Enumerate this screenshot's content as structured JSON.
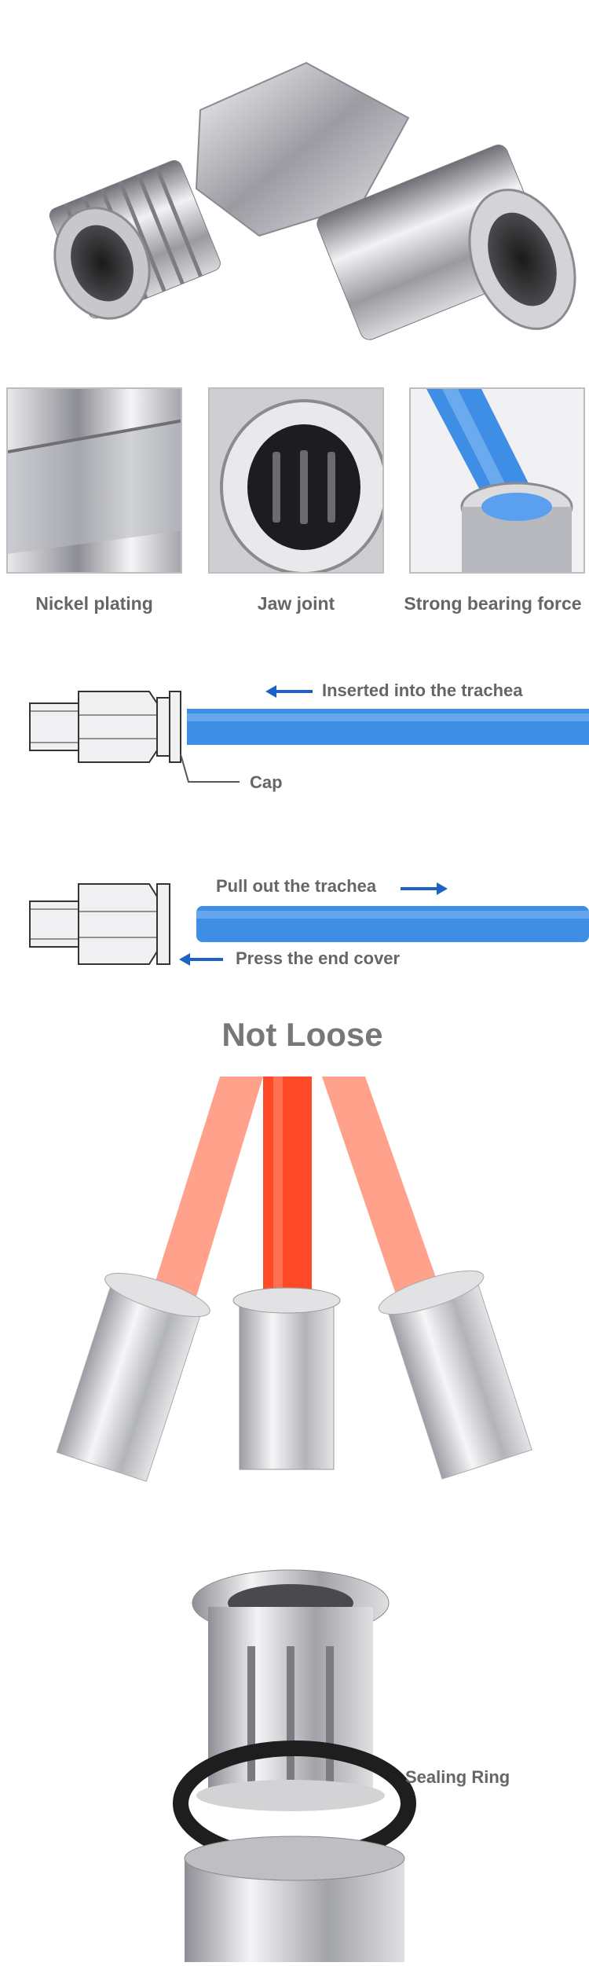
{
  "features": [
    {
      "label": "Nickel plating"
    },
    {
      "label": "Jaw joint"
    },
    {
      "label": "Strong bearing force"
    }
  ],
  "diagram1": {
    "arrow_text": "Inserted into the trachea",
    "cap_label": "Cap"
  },
  "diagram2": {
    "arrow_text": "Pull out the trachea",
    "cover_label": "Press the end cover"
  },
  "not_loose": {
    "title": "Not Loose"
  },
  "sealing": {
    "label": "Sealing Ring"
  },
  "colors": {
    "tube_blue": "#3f8ee6",
    "tube_red": "#ff5a3c",
    "arrow_blue": "#1e63c3",
    "metal": "#c9c9cc"
  }
}
